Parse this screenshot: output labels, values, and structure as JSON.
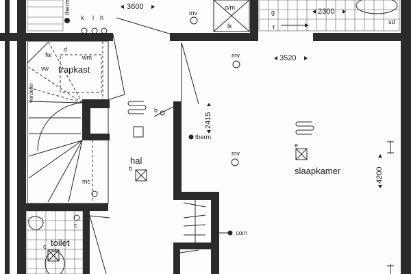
{
  "rooms": {
    "trapkast": "trapkast",
    "hal": "hal",
    "slaapkamer": "slaapkamer",
    "toilet": "toilet"
  },
  "dimensions": {
    "top_left": "3600",
    "bathroom": "2300",
    "bedroom_width": "3520",
    "hall_height": "2415",
    "bedroom_depth": "4200"
  },
  "symbols": {
    "mv": "mv",
    "om": "o/m",
    "lk": "lk",
    "g": "g",
    "f": "f",
    "therm": "therm",
    "therm_top": "therm",
    "d": "d",
    "k": "k",
    "l": "l",
    "h": "h",
    "wm": "wm",
    "vw": "vw",
    "fw": "fw",
    "verdeler": "verdeler",
    "b": "b",
    "mc": "mc",
    "c": "c",
    "com": "com",
    "e": "e",
    "sd": "sd"
  },
  "colors": {
    "wall": "#2b2b2b",
    "line": "#222222",
    "paper": "#fdfdfd"
  }
}
